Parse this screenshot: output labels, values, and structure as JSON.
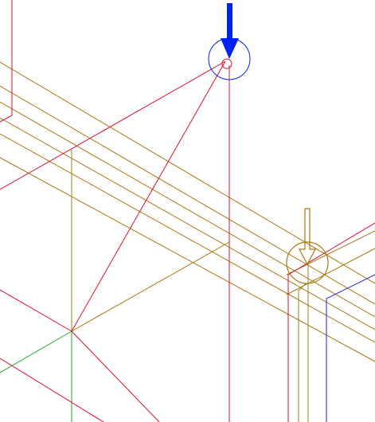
{
  "view": {
    "type": "cad-drawing-viewport",
    "background": "#ffffff"
  },
  "colors": {
    "red": "#dd1133",
    "brown": "#aa7711",
    "olive": "#8a8a1a",
    "green": "#22aa22",
    "blue": "#2222dd",
    "marker_blue": "#0022ee",
    "marker_brown": "#aa7711"
  },
  "markers": [
    {
      "name": "selected-point-marker",
      "icon": "down-arrow-circle-icon",
      "style": "filled",
      "color": "#0022ee"
    },
    {
      "name": "snap-point-marker",
      "icon": "down-arrow-circle-icon",
      "style": "outline",
      "color": "#aa7711"
    }
  ],
  "layers": [
    {
      "name": "red-lines",
      "color": "#dd1133"
    },
    {
      "name": "brown-lines",
      "color": "#aa7711"
    },
    {
      "name": "olive-lines",
      "color": "#8a8a1a"
    },
    {
      "name": "green-lines",
      "color": "#22aa22"
    },
    {
      "name": "blue-lines",
      "color": "#2222dd"
    }
  ]
}
